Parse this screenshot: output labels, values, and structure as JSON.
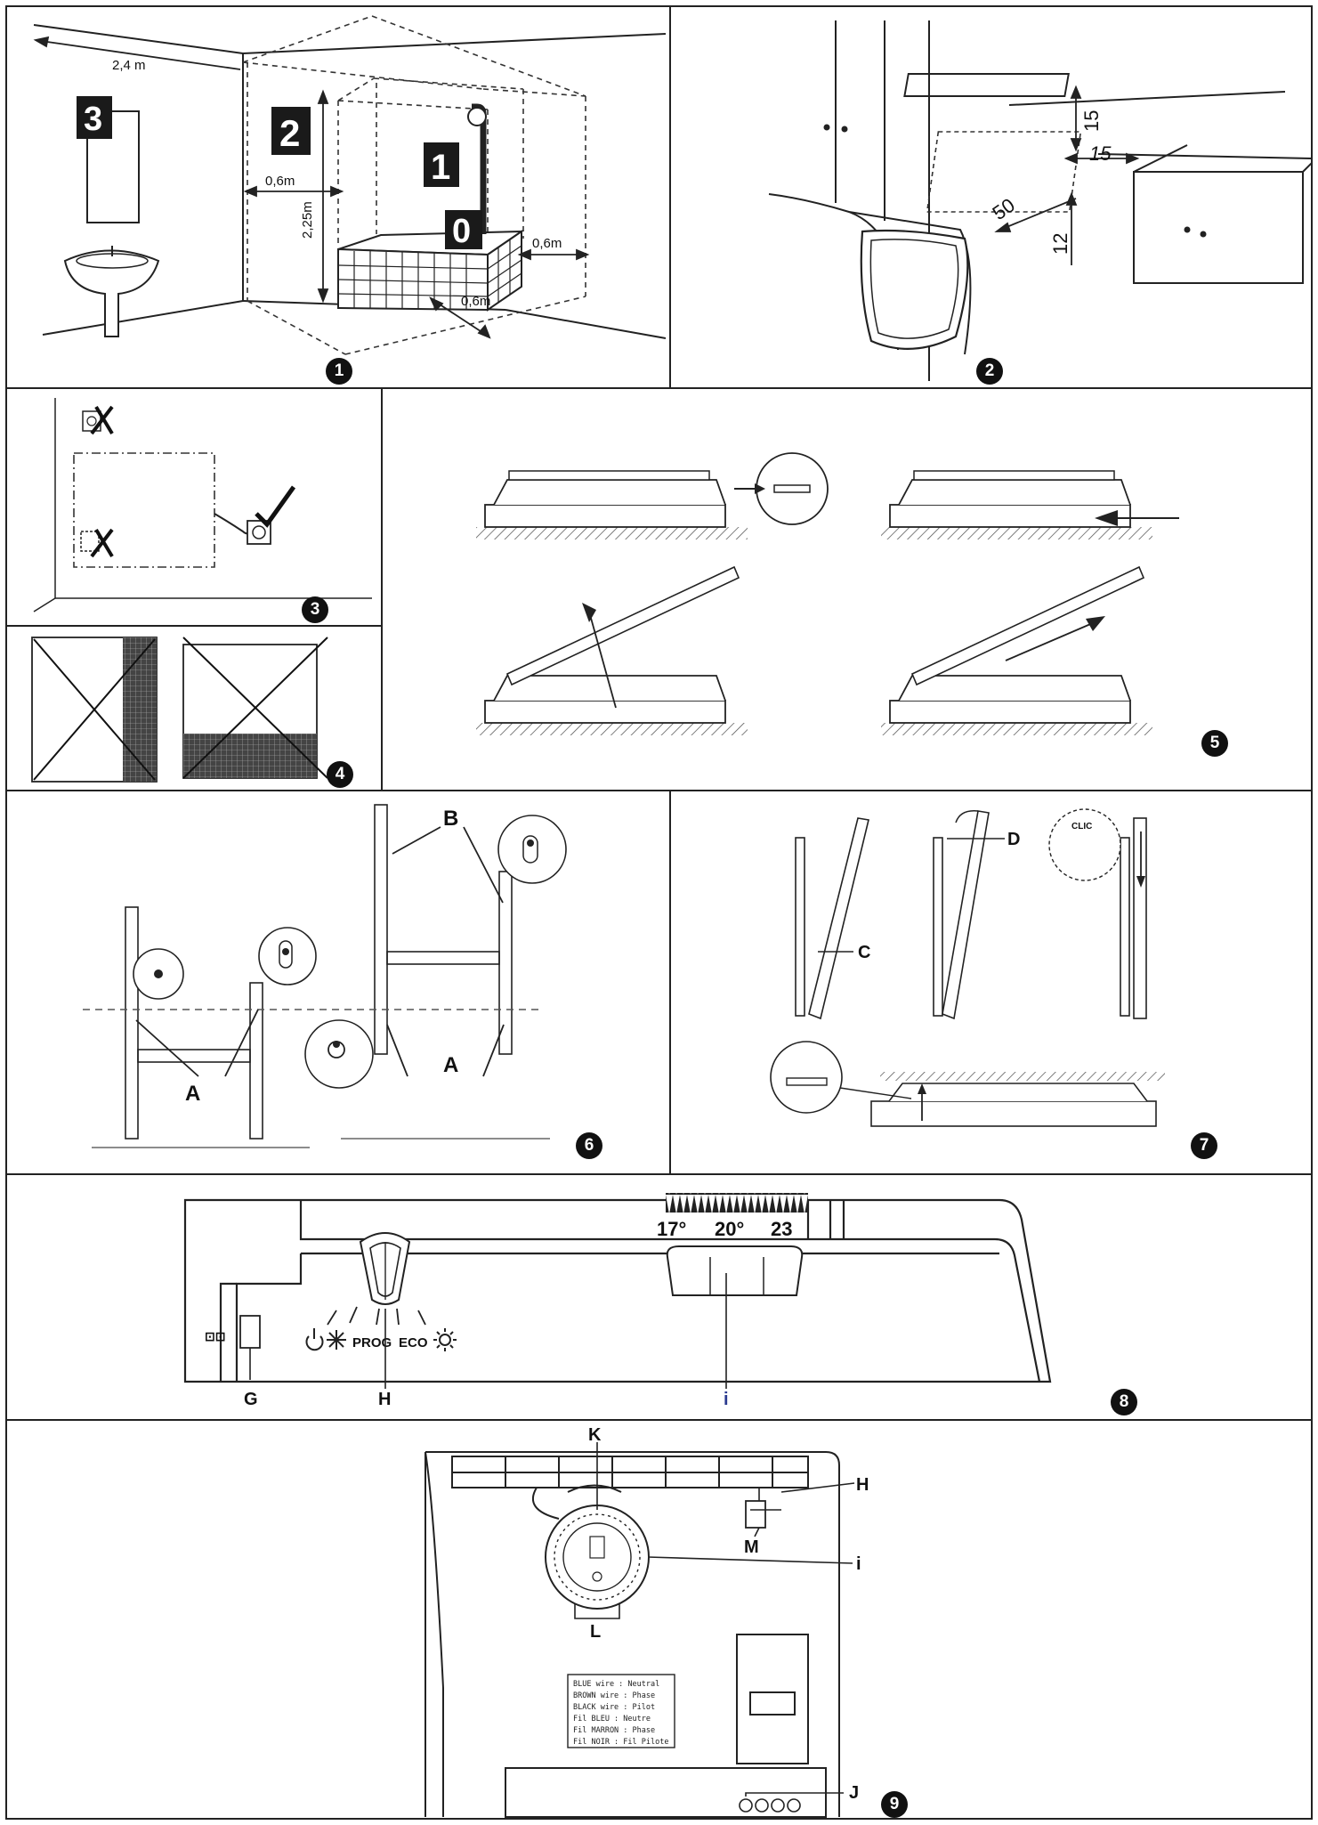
{
  "panels": {
    "p1": {
      "badge": "1",
      "dims": {
        "width": "2,4 m",
        "left": "0,6m",
        "height": "2,25m",
        "right": "0,6m",
        "front": "0,6m"
      },
      "zones": [
        "3",
        "2",
        "1",
        "0"
      ]
    },
    "p2": {
      "badge": "2",
      "dims": {
        "top": "15",
        "side": "15",
        "front": "50",
        "bottom": "12"
      }
    },
    "p3": {
      "badge": "3"
    },
    "p4": {
      "badge": "4"
    },
    "p5": {
      "badge": "5"
    },
    "p6": {
      "badge": "6",
      "labels": {
        "b": "B",
        "a_left": "A",
        "a_right": "A"
      }
    },
    "p7": {
      "badge": "7",
      "labels": {
        "c": "C",
        "d": "D",
        "clic": "CLIC"
      }
    },
    "p8": {
      "badge": "8",
      "scale": {
        "low": "17°",
        "mid": "20°",
        "high": "23"
      },
      "modes": {
        "prog": "PROG",
        "eco": "ECO"
      },
      "labels": {
        "g": "G",
        "h": "H",
        "i": "i"
      }
    },
    "p9": {
      "badge": "9",
      "labels": {
        "k": "K",
        "h": "H",
        "m": "M",
        "i": "i",
        "l": "L",
        "j": "J"
      },
      "wiring": [
        "BLUE wire : Neutral",
        "BROWN wire : Phase",
        "BLACK wire : Pilot",
        "Fil BLEU : Neutre",
        "Fil MARRON : Phase",
        "Fil NOIR : Fil Pilote"
      ]
    }
  }
}
